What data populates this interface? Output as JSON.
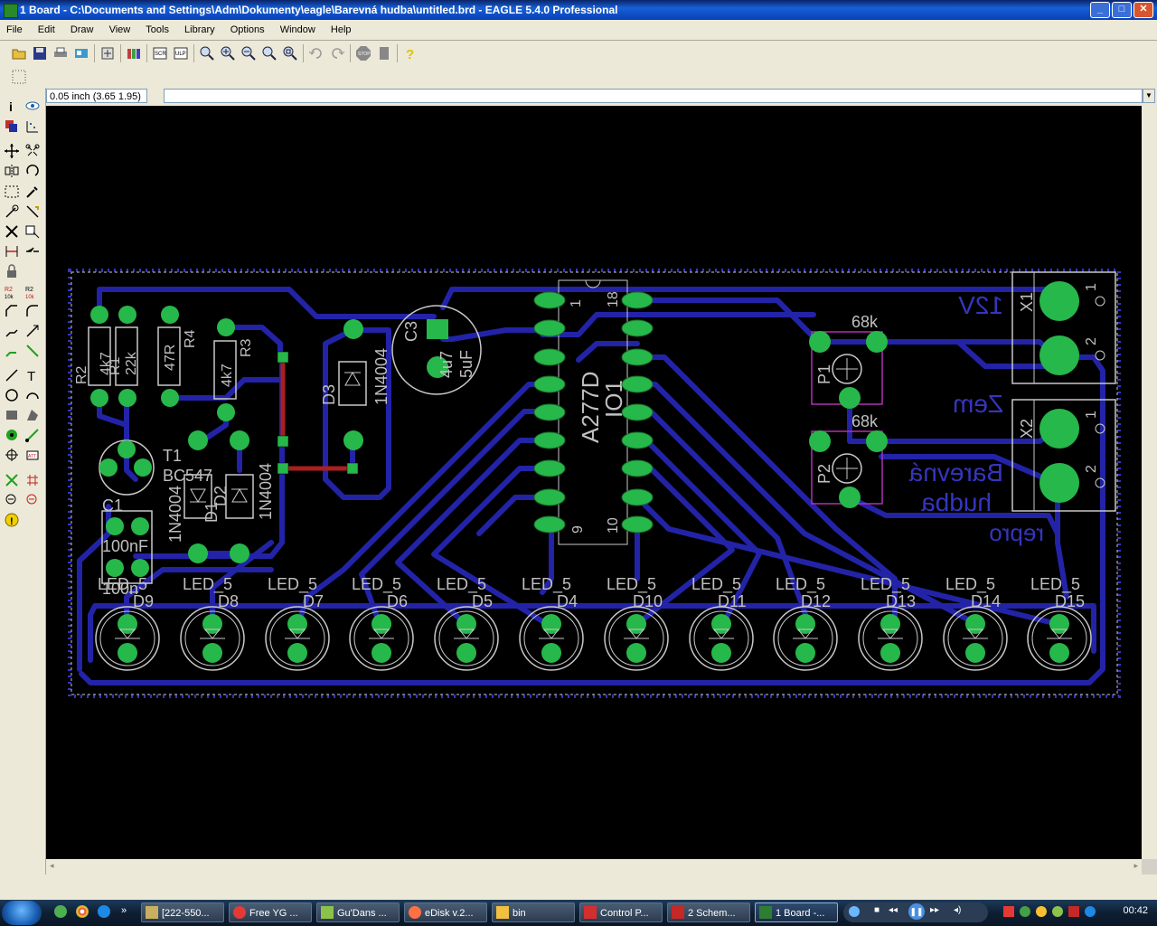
{
  "window": {
    "title": "1 Board - C:\\Documents and Settings\\Adm\\Dokumenty\\eagle\\Barevná hudba\\untitled.brd - EAGLE 5.4.0 Professional",
    "minimize": "_",
    "maximize": "□",
    "close": "✕"
  },
  "menu": [
    "File",
    "Edit",
    "Draw",
    "View",
    "Tools",
    "Library",
    "Options",
    "Window",
    "Help"
  ],
  "command": {
    "coord": "0.05 inch (3.65 1.95)",
    "value": ""
  },
  "colors": {
    "board_bg": "#000000",
    "bottom_trace": "#2323a8",
    "top_trace": "#aa1f1f",
    "pad": "#26b84a",
    "outline": "#c8c8c8",
    "label": "#c0c0c0",
    "bottom_text": "#3535c0"
  },
  "board": {
    "ic": {
      "name": "IO1",
      "value": "A277D",
      "pin1": "1",
      "pin9": "9",
      "pin10": "10",
      "pin18": "18"
    },
    "c3": {
      "name": "C3",
      "value": "4u7",
      "unit": "5uF"
    },
    "d3": {
      "name": "D3",
      "value": "1N4004"
    },
    "d1": {
      "name": "D1",
      "value": "1N4004"
    },
    "d2": {
      "name": "D2",
      "value": "1N4004"
    },
    "t1": {
      "name": "T1",
      "value": "BC547"
    },
    "c1": {
      "name": "C1",
      "value": "100nF",
      "extra": "100n"
    },
    "r2": {
      "name": "R2",
      "value": "4k7"
    },
    "r1": {
      "name": "R1",
      "value": "22k"
    },
    "r4": {
      "name": "R4",
      "value": "47R"
    },
    "r3": {
      "name": "R3",
      "value": "4k7"
    },
    "p1": {
      "name": "P1",
      "value": "68k"
    },
    "p2": {
      "name": "P2",
      "value": "68k"
    },
    "x1": {
      "name": "X1",
      "pin1": "1",
      "pin2": "2"
    },
    "x2": {
      "name": "X2",
      "pin1": "1",
      "pin2": "2"
    },
    "text_12v": "12V",
    "text_zem": "Zem",
    "text_barevna": "Barevná",
    "text_hudba": "hudba",
    "text_repro": "repro",
    "led_value": "LED_5",
    "leds": [
      "D9",
      "D8",
      "D7",
      "D6",
      "D5",
      "D4",
      "D10",
      "D11",
      "D12",
      "D13",
      "D14",
      "D15"
    ]
  },
  "taskbar": {
    "tasks": [
      "[222-550...",
      "Free YG ...",
      "Gu'Dans ...",
      "eDisk v.2...",
      "bin",
      "Control P...",
      "2 Schem...",
      "1 Board -..."
    ],
    "clock": "00:42"
  }
}
